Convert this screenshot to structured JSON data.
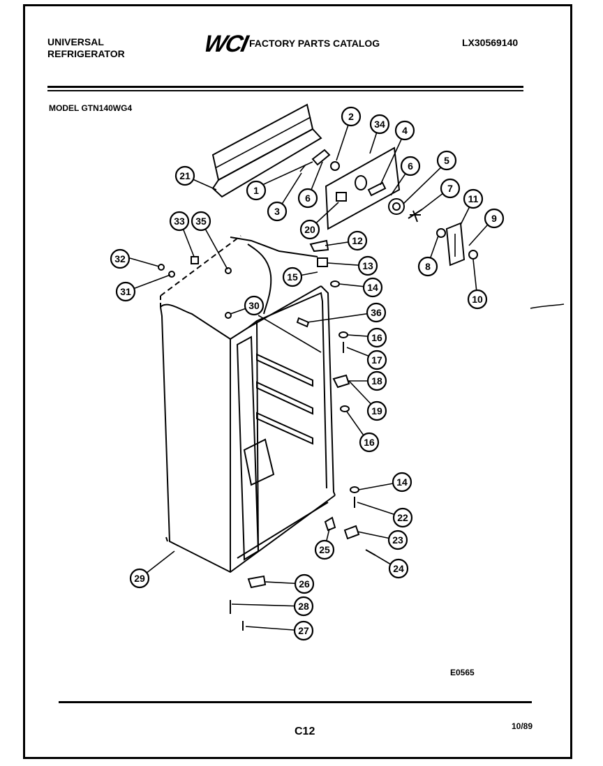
{
  "header": {
    "left_line1": "UNIVERSAL",
    "left_line2": "REFRIGERATOR",
    "brand_logo": "WCI",
    "catalog_title": "FACTORY PARTS CATALOG",
    "catalog_number": "LX30569140"
  },
  "model": "MODEL GTN140WG4",
  "diagram": {
    "drawing_code": "E0565",
    "callouts": [
      "1",
      "2",
      "3",
      "4",
      "5",
      "6",
      "6",
      "7",
      "8",
      "9",
      "10",
      "11",
      "12",
      "13",
      "14",
      "14",
      "15",
      "16",
      "16",
      "17",
      "18",
      "19",
      "20",
      "21",
      "22",
      "23",
      "24",
      "25",
      "26",
      "27",
      "28",
      "29",
      "30",
      "31",
      "32",
      "33",
      "34",
      "35",
      "36"
    ]
  },
  "footer": {
    "page_code": "C12",
    "date": "10/89"
  }
}
